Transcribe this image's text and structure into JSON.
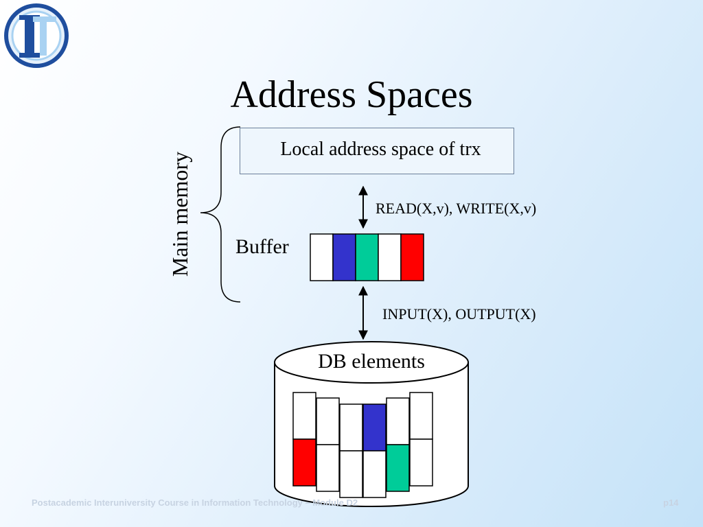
{
  "slide": {
    "title": "Address Spaces",
    "footer": "Postacademic Interuniversity Course in Information Technology – Module D2",
    "page": "p14"
  },
  "logo": {
    "icon": "it-logo-icon",
    "text": "IT"
  },
  "diagram": {
    "main_memory_label": "Main memory",
    "local_space_label": "Local address space of trx",
    "buffer_label": "Buffer",
    "read_write_label": "READ(X,v), WRITE(X,v)",
    "input_output_label": "INPUT(X), OUTPUT(X)",
    "db_label": "DB elements",
    "buffer_cells": [
      "#ffffff",
      "#3333cc",
      "#00cc99",
      "#ffffff",
      "#ff0000"
    ],
    "db_columns": [
      [
        "#ffffff",
        "#ff0000"
      ],
      [
        "#ffffff",
        "#ffffff"
      ],
      [
        "#ffffff",
        "#ffffff"
      ],
      [
        "#3333cc",
        "#ffffff"
      ],
      [
        "#ffffff",
        "#00cc99"
      ],
      [
        "#ffffff",
        "#ffffff"
      ]
    ]
  },
  "colors": {
    "outline": "#000000",
    "box_border": "#6b7f99",
    "logo_blue": "#1f4e9e",
    "logo_light": "#a9d2f2"
  }
}
